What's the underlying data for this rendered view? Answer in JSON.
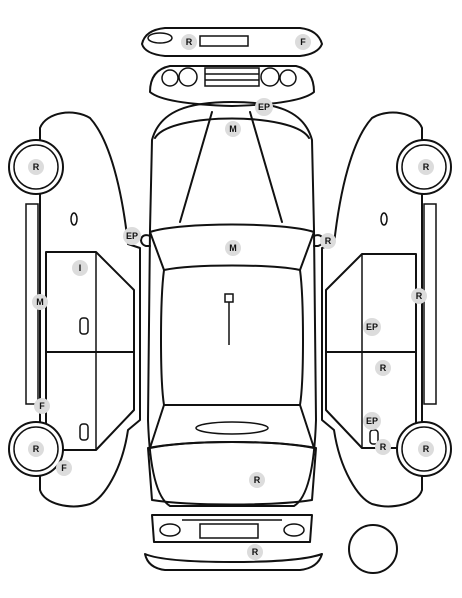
{
  "legend_codes": [
    "R",
    "F",
    "M",
    "EP",
    "I"
  ],
  "colors": {
    "stroke": "#111111",
    "tag_background": "#dcdcdc",
    "background": "#ffffff"
  },
  "tags": [
    {
      "code": "R"
    },
    {
      "code": "F"
    },
    {
      "code": "EP"
    },
    {
      "code": "M"
    },
    {
      "code": "R"
    },
    {
      "code": "R"
    },
    {
      "code": "EP"
    },
    {
      "code": "M"
    },
    {
      "code": "R"
    },
    {
      "code": "I"
    },
    {
      "code": "M"
    },
    {
      "code": "F"
    },
    {
      "code": "R"
    },
    {
      "code": "F"
    },
    {
      "code": "R"
    },
    {
      "code": "EP"
    },
    {
      "code": "R"
    },
    {
      "code": "EP"
    },
    {
      "code": "R"
    },
    {
      "code": "R"
    },
    {
      "code": "R"
    },
    {
      "code": "R"
    }
  ]
}
